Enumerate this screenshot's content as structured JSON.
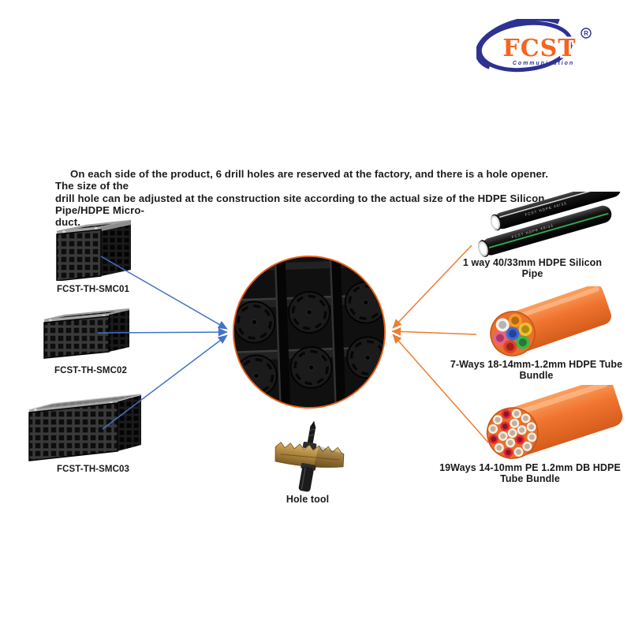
{
  "logo": {
    "brand": "FCST",
    "registered": "®",
    "subtitle": "C o m m u n i c a t i o n",
    "blue": "#2e3192",
    "orange": "#f26522"
  },
  "description": {
    "line1": "On each side of the product, 6 drill holes are reserved at the factory, and there is a hole opener. The size of the",
    "line2": "drill hole can be adjusted at the construction site according to the actual size of the HDPE Silicon Pipe/HDPE Micro-",
    "line3": "duct."
  },
  "left_products": {
    "smc01": "FCST-TH-SMC01",
    "smc02": "FCST-TH-SMC02",
    "smc03": "FCST-TH-SMC03"
  },
  "right_products": {
    "pipe": "1 way 40/33mm HDPE Silicon Pipe",
    "bundle7": "7-Ways 18-14mm-1.2mm HDPE Tube Bundle",
    "bundle19": "19Ways 14-10mm PE 1.2mm DB HDPE Tube Bundle"
  },
  "tool": {
    "label": "Hole tool"
  },
  "pipe_print": "FCST   HDPE 40/33",
  "colors": {
    "arrow_blue": "#4472c4",
    "arrow_orange": "#ed7d31",
    "circle_rim": "#e8611b",
    "bundle_orange": "#ef7433"
  }
}
